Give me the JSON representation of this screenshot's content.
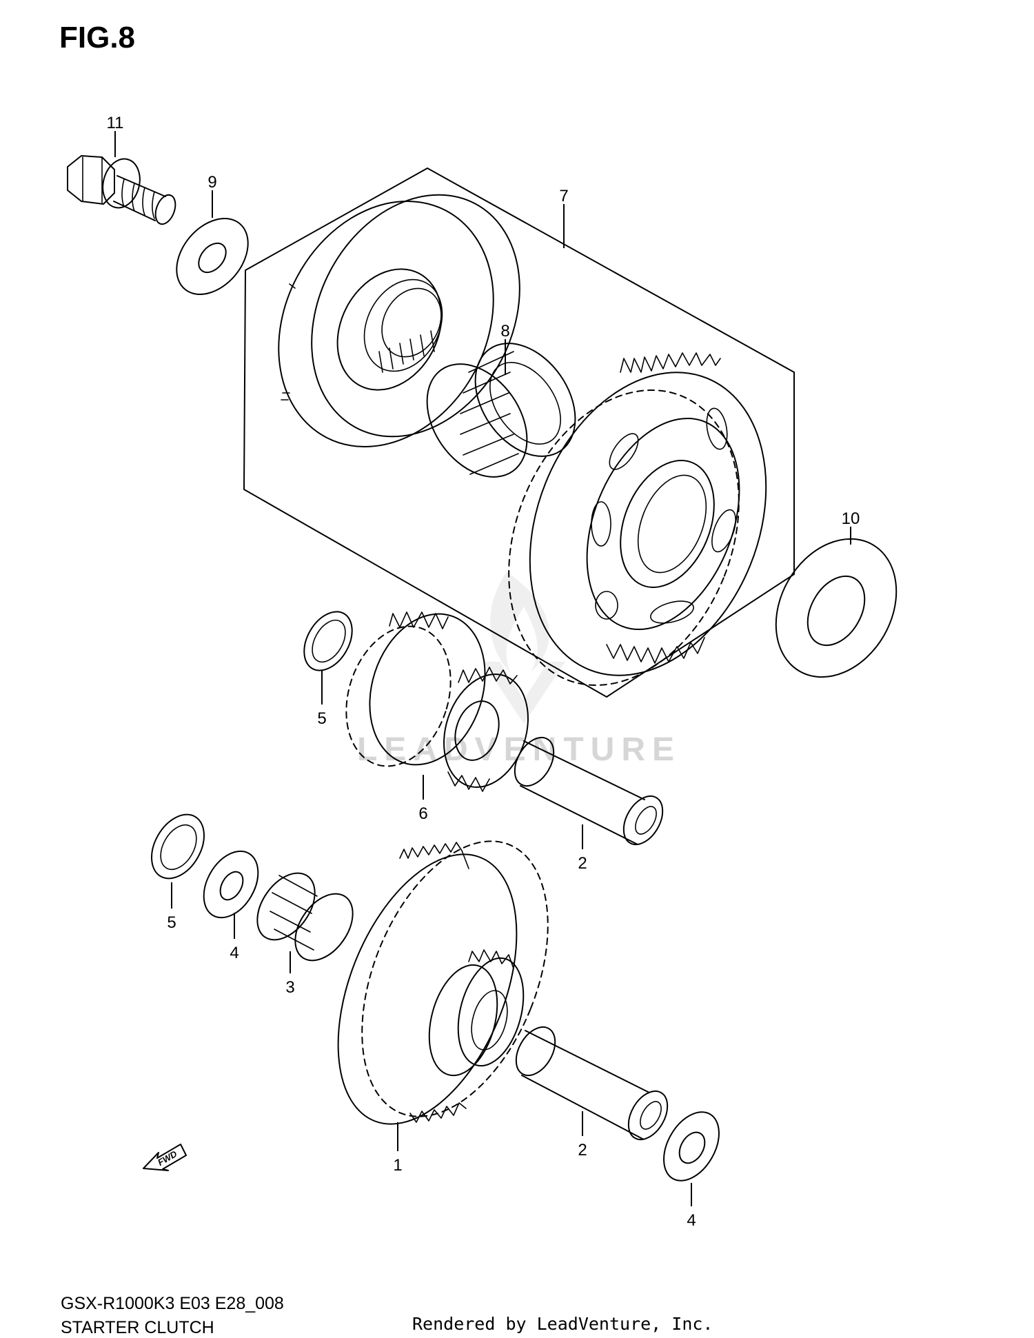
{
  "figure": {
    "title": "FIG.8"
  },
  "footer": {
    "model_code": "GSX-R1000K3 E03 E28_008",
    "section_name": "STARTER CLUTCH",
    "render_credit": "Rendered by LeadVenture, Inc."
  },
  "watermark": {
    "text": "LEADVENTURE"
  },
  "direction_arrow": {
    "label": "FWD"
  },
  "callouts": {
    "c11": "11",
    "c9": "9",
    "c7": "7",
    "c8": "8",
    "c10": "10",
    "c5a": "5",
    "c6": "6",
    "c2a": "2",
    "c5b": "5",
    "c4a": "4",
    "c3": "3",
    "c1": "1",
    "c2b": "2",
    "c4b": "4"
  },
  "colors": {
    "line": "#000000",
    "watermark": "#d6d6d6",
    "background": "#ffffff"
  }
}
